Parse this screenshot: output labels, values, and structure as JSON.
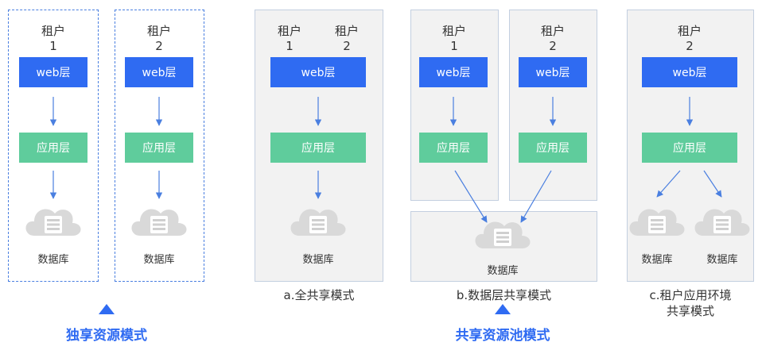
{
  "labels": {
    "tenant": "租户",
    "web_layer": "web层",
    "app_layer": "应用层",
    "database": "数据库"
  },
  "tenant_numbers": {
    "one": "1",
    "two": "2"
  },
  "captions": {
    "a": "a.全共享模式",
    "b": "b.数据层共享模式",
    "c_line1": "c.租户应用环境",
    "c_line2": "共享模式"
  },
  "groups": {
    "exclusive": "独享资源模式",
    "shared": "共享资源池模式"
  },
  "colors": {
    "web": "#2f6bf2",
    "app": "#5fcc9c",
    "accent": "#2f6bf2",
    "arrow": "#4a7fe0",
    "cloud": "#d9d9d9"
  }
}
